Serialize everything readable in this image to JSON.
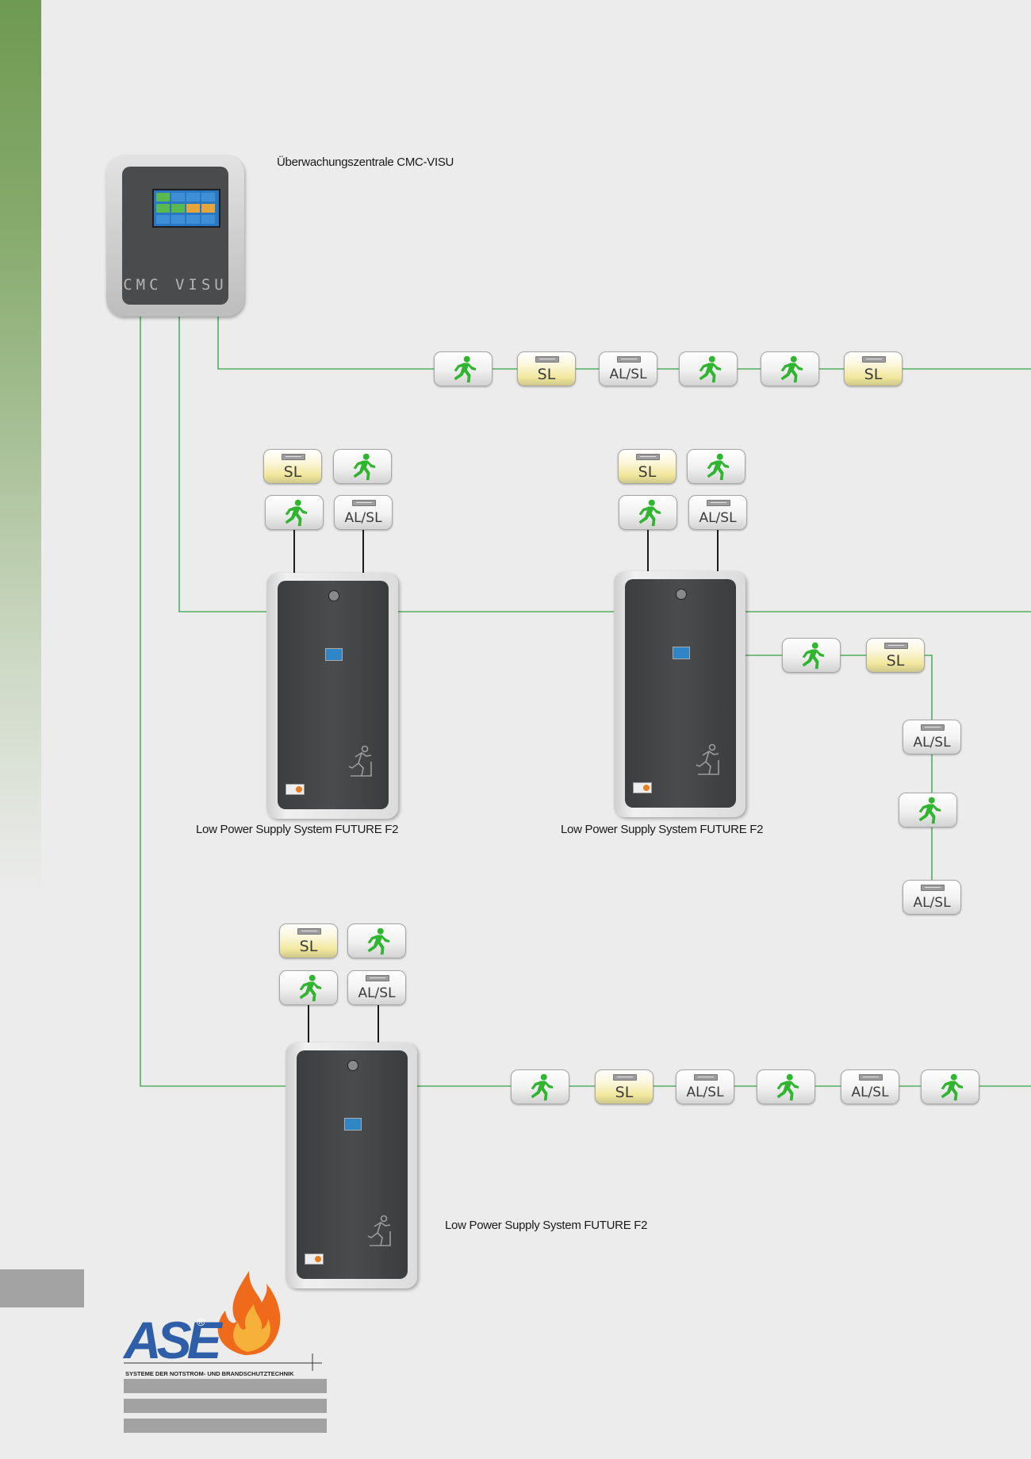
{
  "captions": {
    "visu": "Überwachungszentrale CMC-VISU",
    "f2_left": "Low Power Supply System FUTURE F2",
    "f2_mid": "Low Power Supply System FUTURE F2",
    "f2_bottom": "Low Power Supply System FUTURE F2"
  },
  "device": {
    "visu_brand": "CMC VISU"
  },
  "tile_labels": {
    "sl": "SL",
    "alsl": "AL/SL"
  },
  "logo": {
    "text": "ASE",
    "registered": "®",
    "tagline": "SYSTEME DER NOTSTROM- UND BRANDSCHUTZTECHNIK"
  },
  "colors": {
    "line_green": "#4fae5e",
    "exit_green": "#2fb52f",
    "logo_blue": "#2e5ea8",
    "flame_orange": "#ef6a1b",
    "sidebar_green": "#6f9a52"
  }
}
